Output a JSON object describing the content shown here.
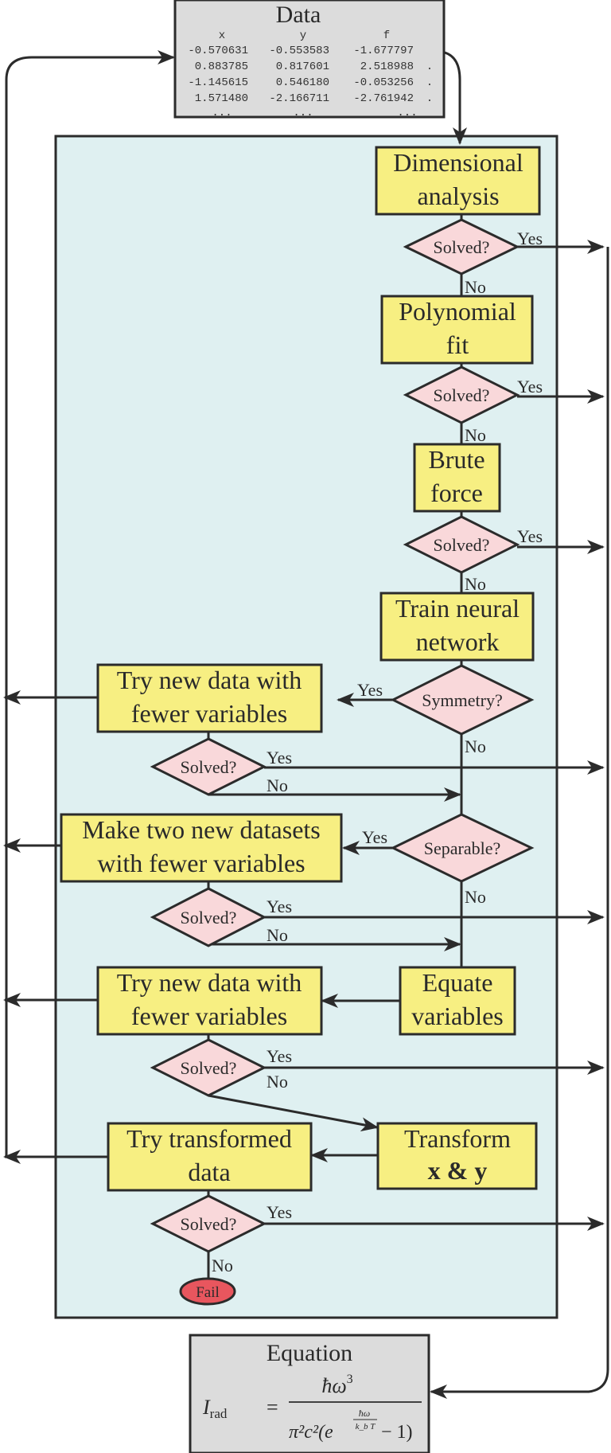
{
  "data_box": {
    "title": "Data",
    "headers": [
      "x",
      "y",
      "f"
    ],
    "rows": [
      [
        "-0.570631",
        "-0.553583",
        "-1.677797"
      ],
      [
        "0.883785",
        "0.817601",
        "2.518988",
        "."
      ],
      [
        "-1.145615",
        "0.546180",
        "-0.053256",
        "."
      ],
      [
        "1.571480",
        "-2.166711",
        "-2.761942",
        "."
      ],
      [
        "...",
        "...",
        "..."
      ]
    ]
  },
  "steps": {
    "dimensional": [
      "Dimensional",
      "analysis"
    ],
    "polynomial": [
      "Polynomial",
      "fit"
    ],
    "brute": [
      "Brute",
      "force"
    ],
    "neural": [
      "Train neural",
      "network"
    ],
    "fewer1": [
      "Try new data with",
      "fewer variables"
    ],
    "two_datasets": [
      "Make two new datasets",
      "with fewer variables"
    ],
    "fewer2": [
      "Try new data with",
      "fewer variables"
    ],
    "equate": [
      "Equate",
      "variables"
    ],
    "transformed": [
      "Try transformed",
      "data"
    ],
    "transform": [
      "Transform",
      "x & y"
    ]
  },
  "decisions": {
    "solved": "Solved?",
    "symmetry": "Symmetry?",
    "separable": "Separable?"
  },
  "labels": {
    "yes": "Yes",
    "no": "No",
    "fail": "Fail"
  },
  "equation_box": {
    "title": "Equation",
    "lhs": "I",
    "lhs_sub": "rad",
    "equals": "=",
    "numerator": "ħω",
    "numerator_exp": "3",
    "denominator": "π²c²(e",
    "exp_num": "ħω",
    "exp_den": "k_b T",
    "denominator_tail": "− 1)"
  },
  "colors": {
    "panel": "#dff0f1",
    "step": "#f7ef82",
    "decision": "#f9d8da",
    "fail": "#e8565e",
    "io_box": "#dcdcdc",
    "line": "#2b2b2b"
  }
}
